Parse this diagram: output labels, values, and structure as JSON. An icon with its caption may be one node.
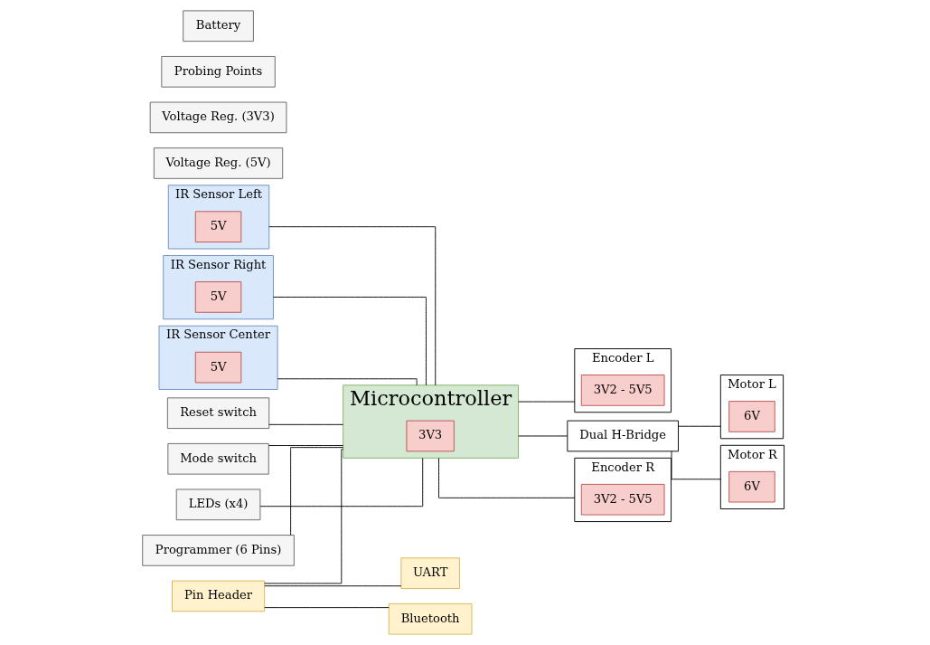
{
  "diagram": {
    "nodes": [
      {
        "text": [
          "IR Sensor Left"
        ]
      },
      {
        "text": [
          "5V"
        ],
        "in": 0
      },
      {
        "text": [
          "IR Sensor Right"
        ]
      },
      {
        "text": [
          "5V"
        ],
        "in": 2
      },
      {
        "text": [
          "IR Sensor Center"
        ]
      },
      {
        "text": [
          "5V"
        ],
        "in": 4
      },
      {
        "text": [
          "Encoder L"
        ]
      },
      {
        "text": [
          "3V2 - 5V5"
        ],
        "in": 6
      },
      {
        "text": [
          "Reset switch"
        ]
      },
      {
        "text": [
          "Mode switch"
        ]
      },
      {
        "text": [
          "LEDs (x4)"
        ]
      },
      {
        "text": [
          "Programmer (6 Pins)"
        ]
      },
      {
        "text": [
          "Pin Header"
        ]
      },
      {
        "text": [
          "Microcontroller"
        ]
      },
      {
        "text": [
          "3V3"
        ],
        "in": 13
      },
      {
        "text": [
          "Motor L"
        ]
      },
      {
        "text": [
          "6V"
        ],
        "in": 15
      },
      {
        "text": [
          "Dual H-Bridge"
        ]
      },
      {
        "text": [
          "Motor R"
        ]
      },
      {
        "text": [
          "6V"
        ],
        "in": 18
      },
      {
        "text": [
          "Encoder R"
        ]
      },
      {
        "text": [
          "3V2 - 5V5"
        ],
        "in": 20
      },
      {
        "text": [
          "UART"
        ]
      },
      {
        "text": [
          "Bluetooth"
        ]
      },
      {
        "text": [
          "Voltage Reg. (5V)"
        ]
      },
      {
        "text": [
          "Voltage Reg. (3V3)"
        ]
      },
      {
        "text": [
          "Probing Points"
        ]
      },
      {
        "text": [
          "Battery"
        ]
      }
    ],
    "edges": [
      {
        "from": 0,
        "to": 13,
        "arrow": "none"
      },
      {
        "from": 2,
        "to": 13,
        "arrow": "none"
      },
      {
        "from": 4,
        "to": 13,
        "arrow": "none"
      },
      {
        "from": 8,
        "to": 13,
        "arrow": "none"
      },
      {
        "from": 9,
        "to": 13,
        "arrow": "none"
      },
      {
        "from": 10,
        "to": 13,
        "arrow": "none"
      },
      {
        "from": 11,
        "to": 13,
        "arrow": "none"
      },
      {
        "from": 12,
        "to": 13,
        "arrow": "none"
      },
      {
        "from": 13,
        "to": 6,
        "arrow": "none"
      },
      {
        "from": 13,
        "to": 17,
        "arrow": "none"
      },
      {
        "from": 13,
        "to": 20,
        "arrow": "none"
      },
      {
        "from": 17,
        "to": 15,
        "arrow": "none"
      },
      {
        "from": 17,
        "to": 18,
        "arrow": "none"
      },
      {
        "from": 12,
        "to": 22,
        "arrow": "none"
      },
      {
        "from": 12,
        "to": 23,
        "arrow": "none"
      }
    ]
  }
}
